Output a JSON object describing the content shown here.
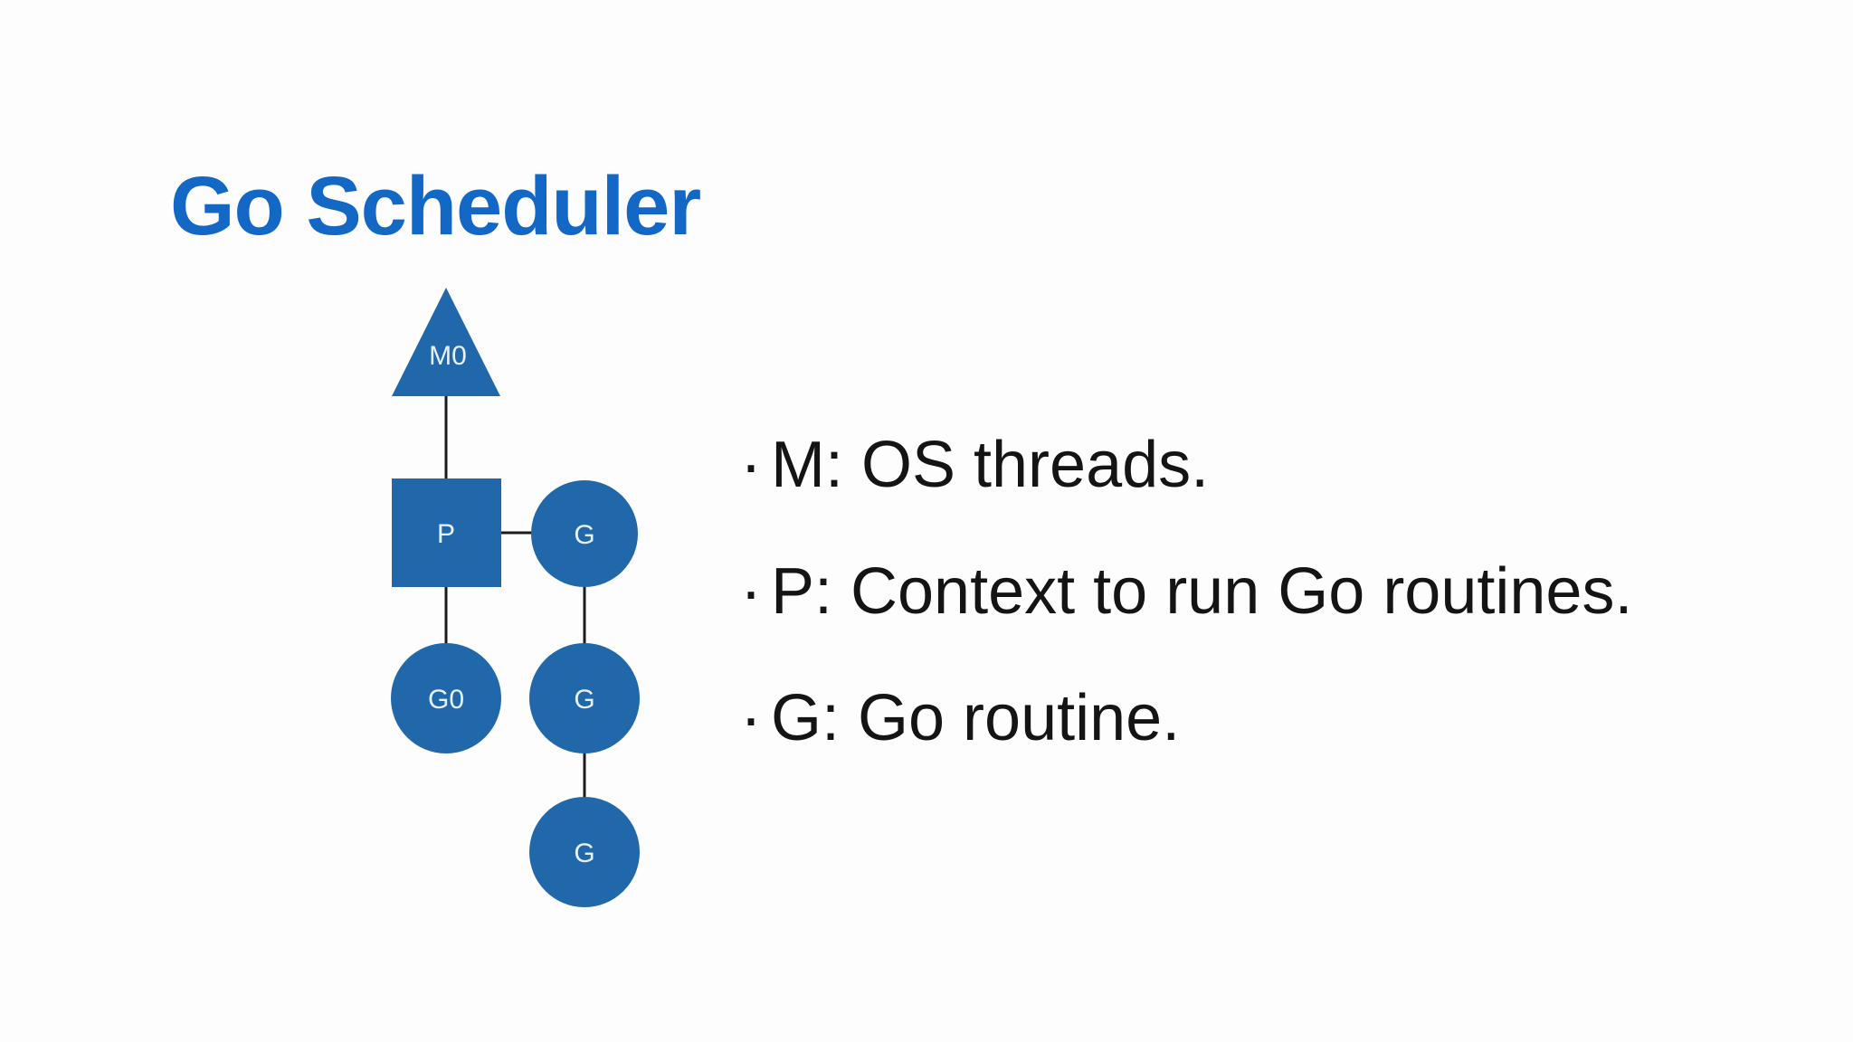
{
  "title": "Go Scheduler",
  "diagram": {
    "nodes": {
      "m0": "M0",
      "p": "P",
      "g1": "G",
      "g0": "G0",
      "g2": "G",
      "g3": "G"
    }
  },
  "bullets": [
    {
      "marker": "·",
      "text": "M: OS threads."
    },
    {
      "marker": "·",
      "text": "P: Context to run Go routines."
    },
    {
      "marker": "·",
      "text": "G: Go routine."
    }
  ],
  "colors": {
    "title": "#1268c4",
    "shape_fill": "#2068a9",
    "connector_line": "#1b1b1b",
    "body_text": "#141414",
    "shape_label": "#e9f1f8",
    "background": "#fdfdfd"
  }
}
